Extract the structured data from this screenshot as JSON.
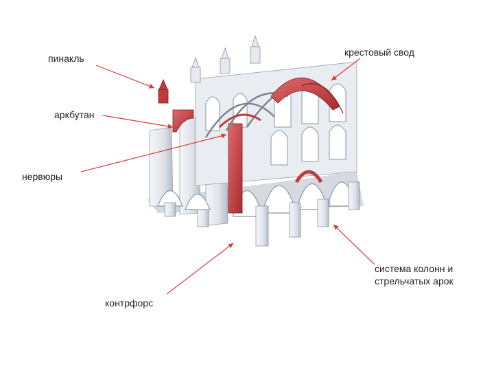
{
  "labels": {
    "pinnacle": "пинакль",
    "flying_buttress": "аркбутан",
    "ribs": "нервюры",
    "cross_vault": "крестовый свод",
    "buttress": "контрфорс",
    "columns_line1": "система колонн и",
    "columns_line2": "стрельчатых арок"
  },
  "colors": {
    "stone": "#e6e9ee",
    "stone_shade": "#b9c0ca",
    "stone_dark": "#8d95a1",
    "highlight": "#c0393b",
    "arrow": "#d63a3a",
    "text": "#222222"
  }
}
